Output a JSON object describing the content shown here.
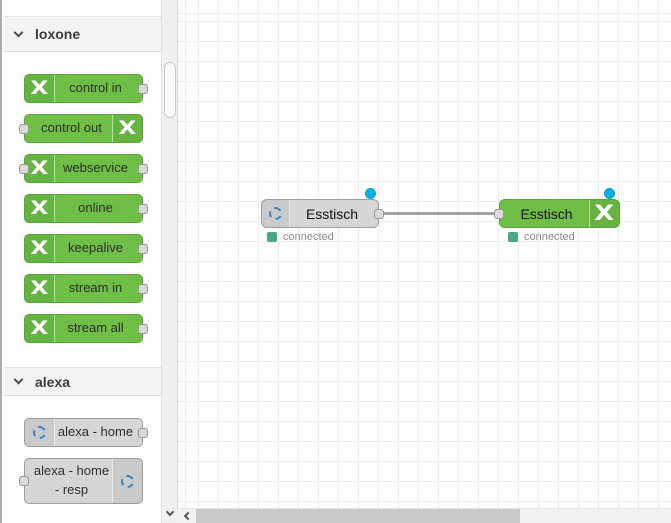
{
  "palette": {
    "categories": [
      {
        "label": "loxone",
        "nodes": [
          {
            "label": "control in"
          },
          {
            "label": "control out"
          },
          {
            "label": "webservice"
          },
          {
            "label": "online"
          },
          {
            "label": "keepalive"
          },
          {
            "label": "stream in"
          },
          {
            "label": "stream all"
          }
        ]
      },
      {
        "label": "alexa",
        "nodes": [
          {
            "label": "alexa - home"
          },
          {
            "label": "alexa - home\n- resp"
          }
        ]
      }
    ]
  },
  "canvas": {
    "nodes": [
      {
        "label": "Esstisch",
        "status": "connected"
      },
      {
        "label": "Esstisch",
        "status": "connected"
      }
    ]
  },
  "icons": {
    "loxone_logo_glyph": "X"
  },
  "colors": {
    "loxone_green": "#6fbf47",
    "node_gray": "#d6d6d6",
    "status_green": "#4ba685",
    "changed_dot_blue": "#00b3e3",
    "alexa_icon_blue": "#3a85cc",
    "wire_gray": "#a3a3a3"
  }
}
